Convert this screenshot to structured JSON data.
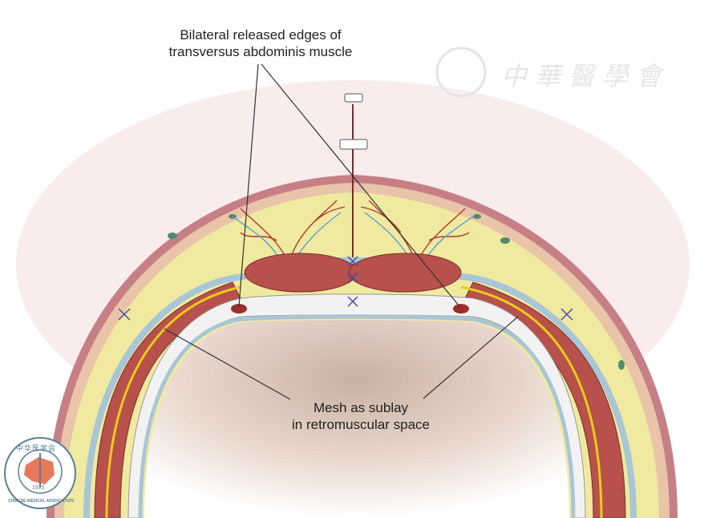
{
  "labels": {
    "top_line1": "Bilateral released edges of",
    "top_line2": "transversus abdominis muscle",
    "bottom_line1": "Mesh as sublay",
    "bottom_line2": "in retromuscular space"
  },
  "watermark": {
    "text": "中華醫學會"
  },
  "logo": {
    "chinese": "中华医学会",
    "english": "CHINESE MEDICAL ASSOCIATION",
    "year": "1915"
  },
  "colors": {
    "skin": "#e9b9bd",
    "fat": "#efeaa0",
    "muscle": "#b8504c",
    "mesh": "#f2f2f2",
    "fascia": "#a9c6d6",
    "logo_red": "#e8785a",
    "logo_blue": "#5a7f95"
  }
}
